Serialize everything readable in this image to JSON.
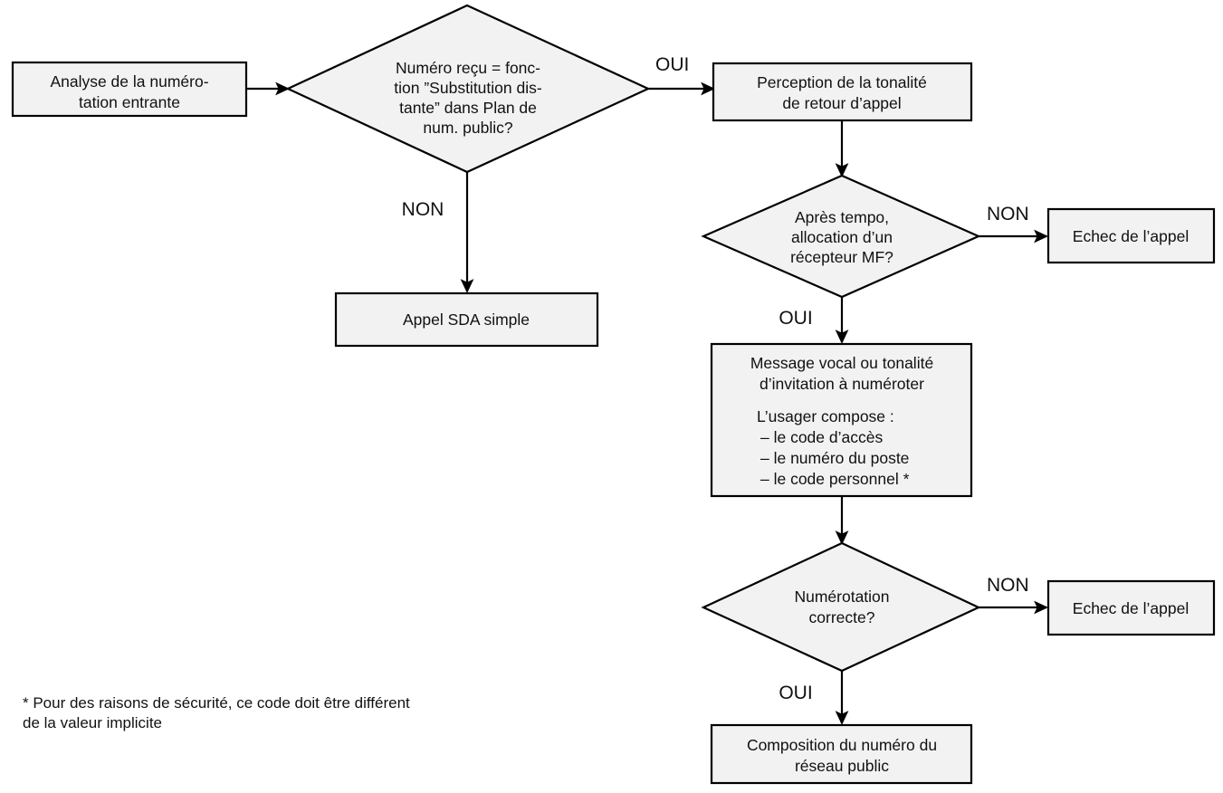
{
  "diagram": {
    "title_visible": false,
    "colors": {
      "node_fill": "#f2f2f2",
      "node_stroke": "#000000",
      "text": "#111111",
      "background": "#ffffff"
    },
    "nodes": {
      "analyse": {
        "type": "process",
        "lines": [
          "Analyse de la numéro-",
          "tation entrante"
        ]
      },
      "substitution_check": {
        "type": "decision",
        "lines": [
          "Numéro reçu = fonc-",
          "tion ”Substitution dis-",
          "tante” dans Plan de",
          "num. public?"
        ]
      },
      "appel_sda": {
        "type": "process",
        "lines": [
          "Appel SDA simple"
        ]
      },
      "perception": {
        "type": "process",
        "lines": [
          "Perception de la tonalité",
          "de retour d’appel"
        ]
      },
      "tempo_check": {
        "type": "decision",
        "lines": [
          "Après tempo,",
          "allocation d’un",
          "récepteur MF?"
        ]
      },
      "echec_1": {
        "type": "process",
        "lines": [
          "Echec de l’appel"
        ]
      },
      "message_vocal": {
        "type": "process",
        "lines": [
          "Message vocal ou tonalité",
          "d’invitation à numéroter"
        ],
        "sub_heading": "L’usager compose :",
        "bullets": [
          "–  le code d’accès",
          "–  le numéro du poste",
          "–  le code personnel *"
        ]
      },
      "numerotation_check": {
        "type": "decision",
        "lines": [
          "Numérotation",
          "correcte?"
        ]
      },
      "echec_2": {
        "type": "process",
        "lines": [
          "Echec de l’appel"
        ]
      },
      "composition": {
        "type": "process",
        "lines": [
          "Composition du numéro du",
          "réseau public"
        ]
      }
    },
    "edge_labels": {
      "substitution_oui": "OUI",
      "substitution_non": "NON",
      "tempo_non": "NON",
      "tempo_oui": "OUI",
      "numerotation_non": "NON",
      "numerotation_oui": "OUI"
    },
    "footnote": {
      "lines": [
        "* Pour des raisons de sécurité, ce code doit être différent",
        "de la valeur implicite"
      ]
    }
  }
}
